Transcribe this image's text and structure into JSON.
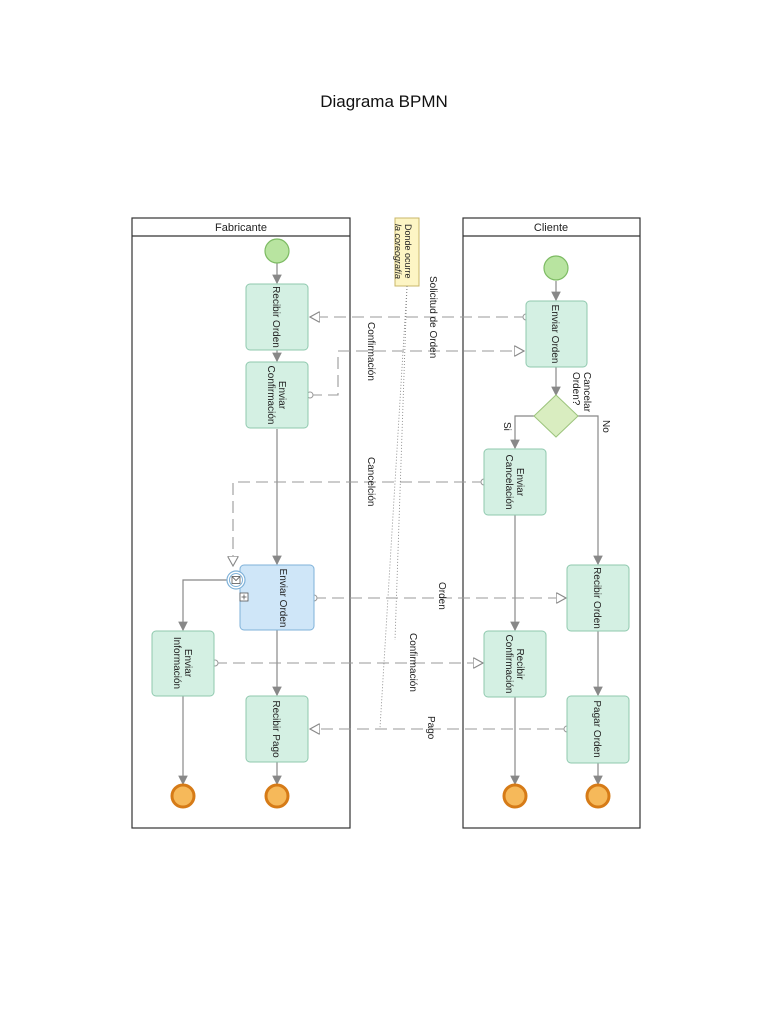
{
  "title": "Diagrama BPMN",
  "pools": {
    "left": "Fabricante",
    "right": "Cliente"
  },
  "annotation": {
    "line1": "Donde ocurre",
    "line2": "la coreografía"
  },
  "tasks": {
    "recibir_orden": [
      "Recibir Orden"
    ],
    "enviar_confirmacion": [
      "Enviar",
      "Confirmación"
    ],
    "enviar_orden_fab": [
      "Enviar Orden"
    ],
    "enviar_informacion": [
      "Enviar",
      "Información"
    ],
    "recibir_pago": [
      "Recibir Pago"
    ],
    "enviar_orden_cli": [
      "Enviar Orden"
    ],
    "enviar_cancelacion": [
      "Enviar",
      "Cancelación"
    ],
    "recibir_orden_cli": [
      "Recibir Orden"
    ],
    "recibir_confirmacion": [
      "Recibir",
      "Confirmación"
    ],
    "pagar_orden": [
      "Pagar Orden"
    ]
  },
  "gateway": {
    "question": [
      "Cancelar",
      "Orden?"
    ],
    "yes": "Si",
    "no": "No"
  },
  "messages": {
    "solicitud": "Solicitud de Orden",
    "confirmacion1": "Confirmación",
    "cancelacion": "Cancelción",
    "orden": "Orden",
    "confirmacion2": "Confirmación",
    "pago": "Pago"
  },
  "colors": {
    "task_fill": "#d4f0e3",
    "task_stroke": "#8fc9ae",
    "subprocess_fill": "#cfe6f8",
    "subprocess_stroke": "#7fb2d9",
    "start_fill": "#b8e4a0",
    "start_stroke": "#7dbb63",
    "end_fill": "#f6b95a",
    "end_stroke": "#d67b17",
    "gateway_fill": "#d9edc0",
    "annotation_fill": "#fdf5c4",
    "flow": "#888888"
  }
}
